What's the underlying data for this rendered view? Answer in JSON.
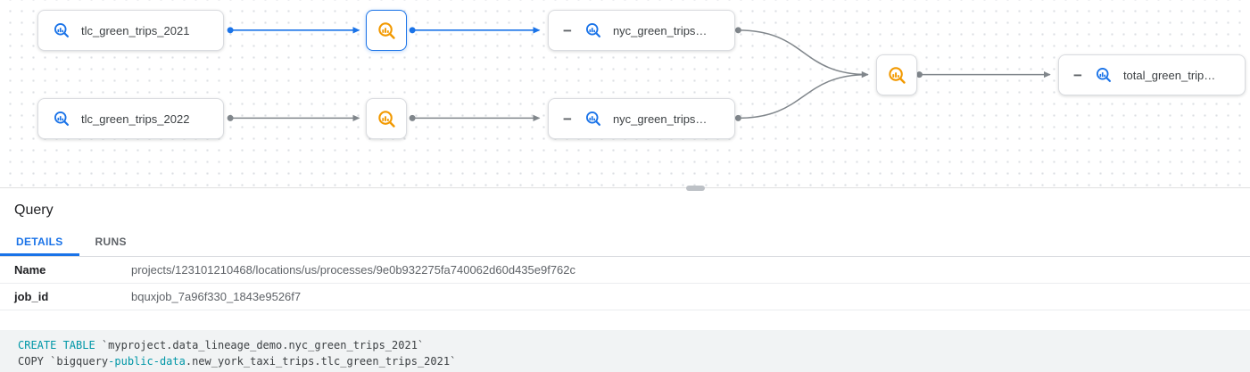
{
  "colors": {
    "accent_blue": "#1a73e8",
    "process_orange": "#f29900",
    "edge_gray": "#80868b",
    "keyword_teal": "#0097a7",
    "node_border": "#dadce0"
  },
  "graph": {
    "collapse_glyph": "−",
    "nodes": [
      {
        "label": "tlc_green_trips_2021",
        "type": "table"
      },
      {
        "type": "process",
        "icon": "bigquery-job",
        "selected": true
      },
      {
        "label": "nyc_green_trips…",
        "type": "table",
        "collapsible": true
      },
      {
        "label": "tlc_green_trips_2022",
        "type": "table"
      },
      {
        "type": "process",
        "icon": "bigquery-job",
        "selected": false
      },
      {
        "label": "nyc_green_trips…",
        "type": "table",
        "collapsible": true
      },
      {
        "type": "process",
        "icon": "bigquery-job",
        "selected": false
      },
      {
        "label": "total_green_trip…",
        "type": "table",
        "collapsible": true
      }
    ]
  },
  "panel": {
    "title": "Query",
    "tabs": [
      {
        "label": "DETAILS",
        "active": true
      },
      {
        "label": "RUNS",
        "active": false
      }
    ],
    "details": [
      {
        "key": "Name",
        "value": "projects/123101210468/locations/us/processes/9e0b932275fa740062d60d435e9f762c"
      },
      {
        "key": "job_id",
        "value": "bquxjob_7a96f330_1843e9526f7"
      }
    ],
    "code": {
      "lines": [
        {
          "segments": [
            {
              "text": "CREATE TABLE",
              "style": "keyword"
            },
            {
              "text": " `myproject.data_lineage_demo.nyc_green_trips_2021`",
              "style": "plain"
            }
          ]
        },
        {
          "segments": [
            {
              "text": "COPY `bigquery",
              "style": "plain"
            },
            {
              "text": "-public-data",
              "style": "keyword"
            },
            {
              "text": ".new_york_taxi_trips.tlc_green_trips_2021`",
              "style": "plain"
            }
          ]
        }
      ]
    }
  }
}
